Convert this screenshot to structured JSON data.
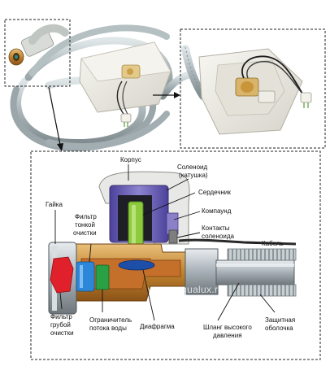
{
  "labels": {
    "korpus": "Корпус",
    "solenoid_1": "Соленоид",
    "solenoid_2": "(катушка)",
    "serdechnik": "Сердечник",
    "kompaund": "Компаунд",
    "kontakty_1": "Контакты",
    "kontakty_2": "соленоида",
    "kabel": "Кабель",
    "gayka": "Гайка",
    "filtr_tonk_1": "Фильтр",
    "filtr_tonk_2": "тонкой",
    "filtr_tonk_3": "очистки",
    "filtr_grub_1": "Фильтр",
    "filtr_grub_2": "грубой",
    "filtr_grub_3": "очистки",
    "ogran_1": "Ограничитель",
    "ogran_2": "потока воды",
    "diafragma": "Диафрагма",
    "shlang_1": "Шланг высокого",
    "shlang_2": "давления",
    "zaschit_1": "Защитная",
    "zaschit_2": "оболочка"
  },
  "watermark": "www.a-qualux.ru",
  "colors": {
    "hose": "#aeb9bd",
    "body_white": "#ecebe4",
    "brass": "#b8742c",
    "copper_inner": "#c9782f",
    "coil_purple": "#6a5fb0",
    "core_green": "#8ccc3c",
    "filter_red": "#e0202a",
    "filter_blue": "#2d87d8",
    "limiter_green": "#2aa044",
    "diaphragm_blue": "#1d4fa8"
  }
}
